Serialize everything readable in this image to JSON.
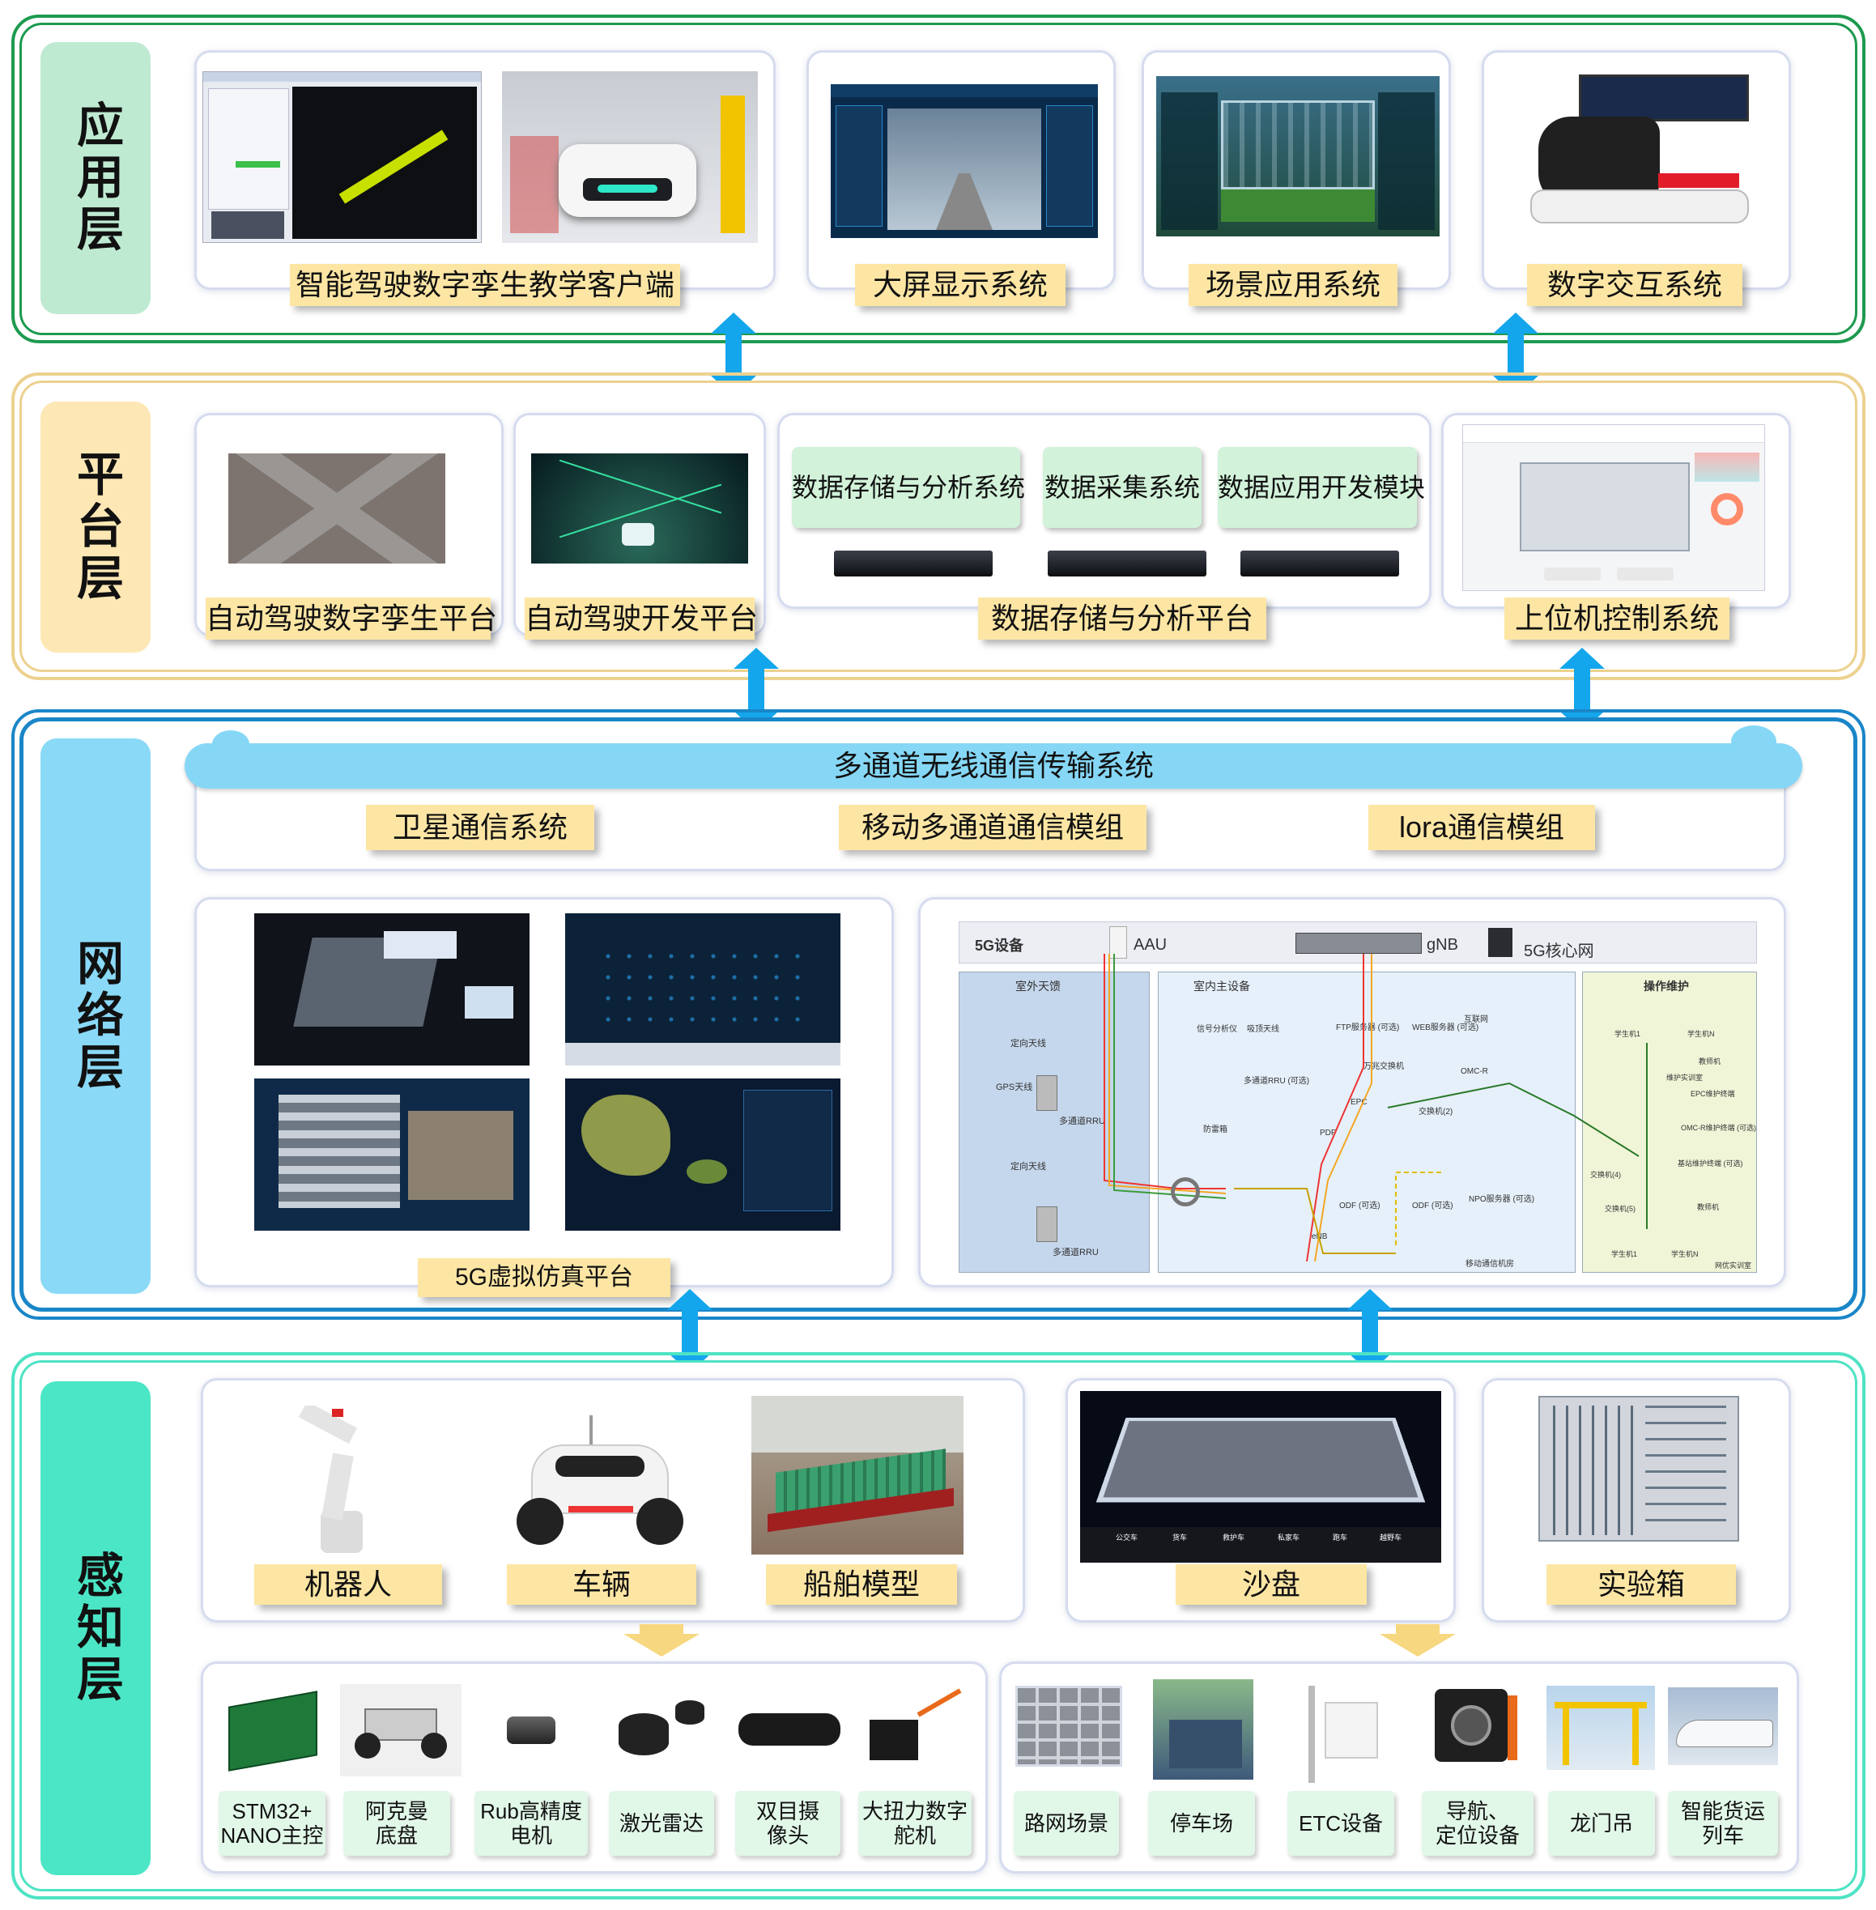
{
  "layers": {
    "application": {
      "title": "应用层",
      "color": "#1d9a4f",
      "items": [
        "智能驾驶数字孪生教学客户端",
        "大屏显示系统",
        "场景应用系统",
        "数字交互系统"
      ]
    },
    "platform": {
      "title": "平台层",
      "color": "#e8c988",
      "items": [
        "自动驾驶数字孪生平台",
        "自动驾驶开发平台",
        "数据存储与分析平台",
        "上位机控制系统"
      ],
      "modules": [
        "数据存储与分析系统",
        "数据采集系统",
        "数据应用开发模块"
      ]
    },
    "network": {
      "title": "网络层",
      "color": "#1a86c8",
      "cloud_label": "多通道无线通信传输系统",
      "modules": [
        "卫星通信系统",
        "移动多通道通信模组",
        "lora通信模组"
      ],
      "sim_platform": "5G虚拟仿真平台",
      "diagram": {
        "title": "5G设备",
        "top_devices": [
          "AAU",
          "gNB",
          "5G核心网"
        ],
        "zones": [
          "室外天馈",
          "室内主设备",
          "操作维护"
        ],
        "labels": [
          "定向天线",
          "GPS天线",
          "多通道RRU",
          "定向天线",
          "多通道RRU",
          "信号分析仪",
          "吸顶天线",
          "多通道RRU (可选)",
          "防雷箱",
          "FTP服务器 (可选)",
          "WEB服务器 (可选)",
          "互联网",
          "万兆交换机",
          "OMC-R",
          "EPC",
          "交换机(2)",
          "PDF",
          "ODF (可选)",
          "ODF (可选)",
          "NPO服务器 (可选)",
          "eNB",
          "移动通信机房",
          "学生机1",
          "学生机N",
          "教师机",
          "维护实训室",
          "EPC维护终端",
          "OMC-R维护终端 (可选)",
          "基站维护终端 (可选)",
          "交换机(4)",
          "交换机(5)",
          "教师机",
          "学生机1",
          "学生机N",
          "网优实训室"
        ]
      }
    },
    "perception": {
      "title": "感知层",
      "color": "#3fe0c0",
      "items": [
        "机器人",
        "车辆",
        "船舶模型",
        "沙盘",
        "实验箱"
      ],
      "components": [
        "STM32+\nNANO主控",
        "阿克曼\n底盘",
        "Rub高精度\n电机",
        "激光雷达",
        "双目摄\n像头",
        "大扭力数字\n舵机"
      ],
      "scenes": [
        "路网场景",
        "停车场",
        "ETC设备",
        "导航、\n定位设备",
        "龙门吊",
        "智能货运\n列车"
      ],
      "sandbox_tabs": [
        "公交车",
        "货车",
        "救护车",
        "私家车",
        "跑车",
        "越野车"
      ]
    }
  }
}
